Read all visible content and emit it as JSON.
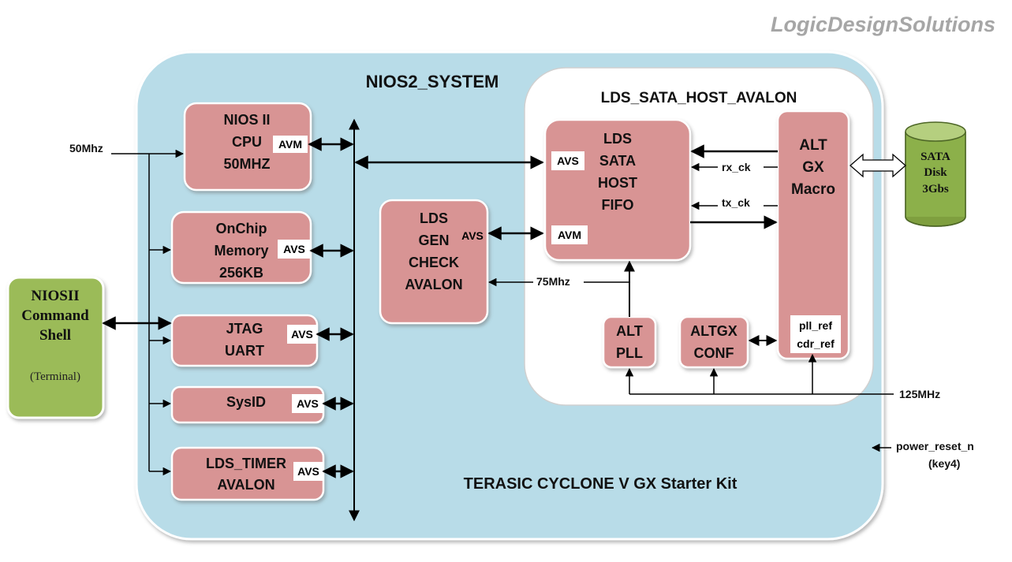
{
  "brand": "LogicDesignSolutions",
  "system_title": "NIOS2_SYSTEM",
  "board_label": "TERASIC CYCLONE V GX Starter Kit",
  "sata_host_title": "LDS_SATA_HOST_AVALON",
  "blocks": {
    "cpu": [
      "NIOS II",
      "CPU",
      "50MHZ"
    ],
    "onchip": [
      "OnChip",
      "Memory",
      "256KB"
    ],
    "jtag": [
      "JTAG",
      "UART"
    ],
    "sysid": [
      "SysID"
    ],
    "timer": [
      "LDS_TIMER",
      "AVALON"
    ],
    "gencheck": [
      "LDS",
      "GEN",
      "CHECK",
      "AVALON"
    ],
    "fifo": [
      "LDS",
      "SATA",
      "HOST",
      "FIFO"
    ],
    "altgx": [
      "ALT",
      "GX",
      "Macro"
    ],
    "altpll": [
      "ALT",
      "PLL"
    ],
    "altgxconf": [
      "ALTGX",
      "CONF"
    ]
  },
  "ports": {
    "avm": "AVM",
    "avs": "AVS",
    "pll_ref": "pll_ref",
    "cdr_ref": "cdr_ref"
  },
  "signals": {
    "clk50": "50Mhz",
    "clk75": "75Mhz",
    "clk125": "125MHz",
    "rx_ck": "rx_ck",
    "tx_ck": "tx_ck",
    "reset": "power_reset_n",
    "reset_key": "(key4)"
  },
  "terminal": [
    "NIOSII",
    "Command",
    "Shell",
    "(Terminal)"
  ],
  "disk": [
    "SATA",
    "Disk",
    "3Gbs"
  ],
  "colors": {
    "system_fill": "#b8dce8",
    "block_fill": "#d89494",
    "terminal_fill": "#9bbb59",
    "disk_fill": "#9bbb59",
    "brand_text": "#a6a6a6"
  }
}
